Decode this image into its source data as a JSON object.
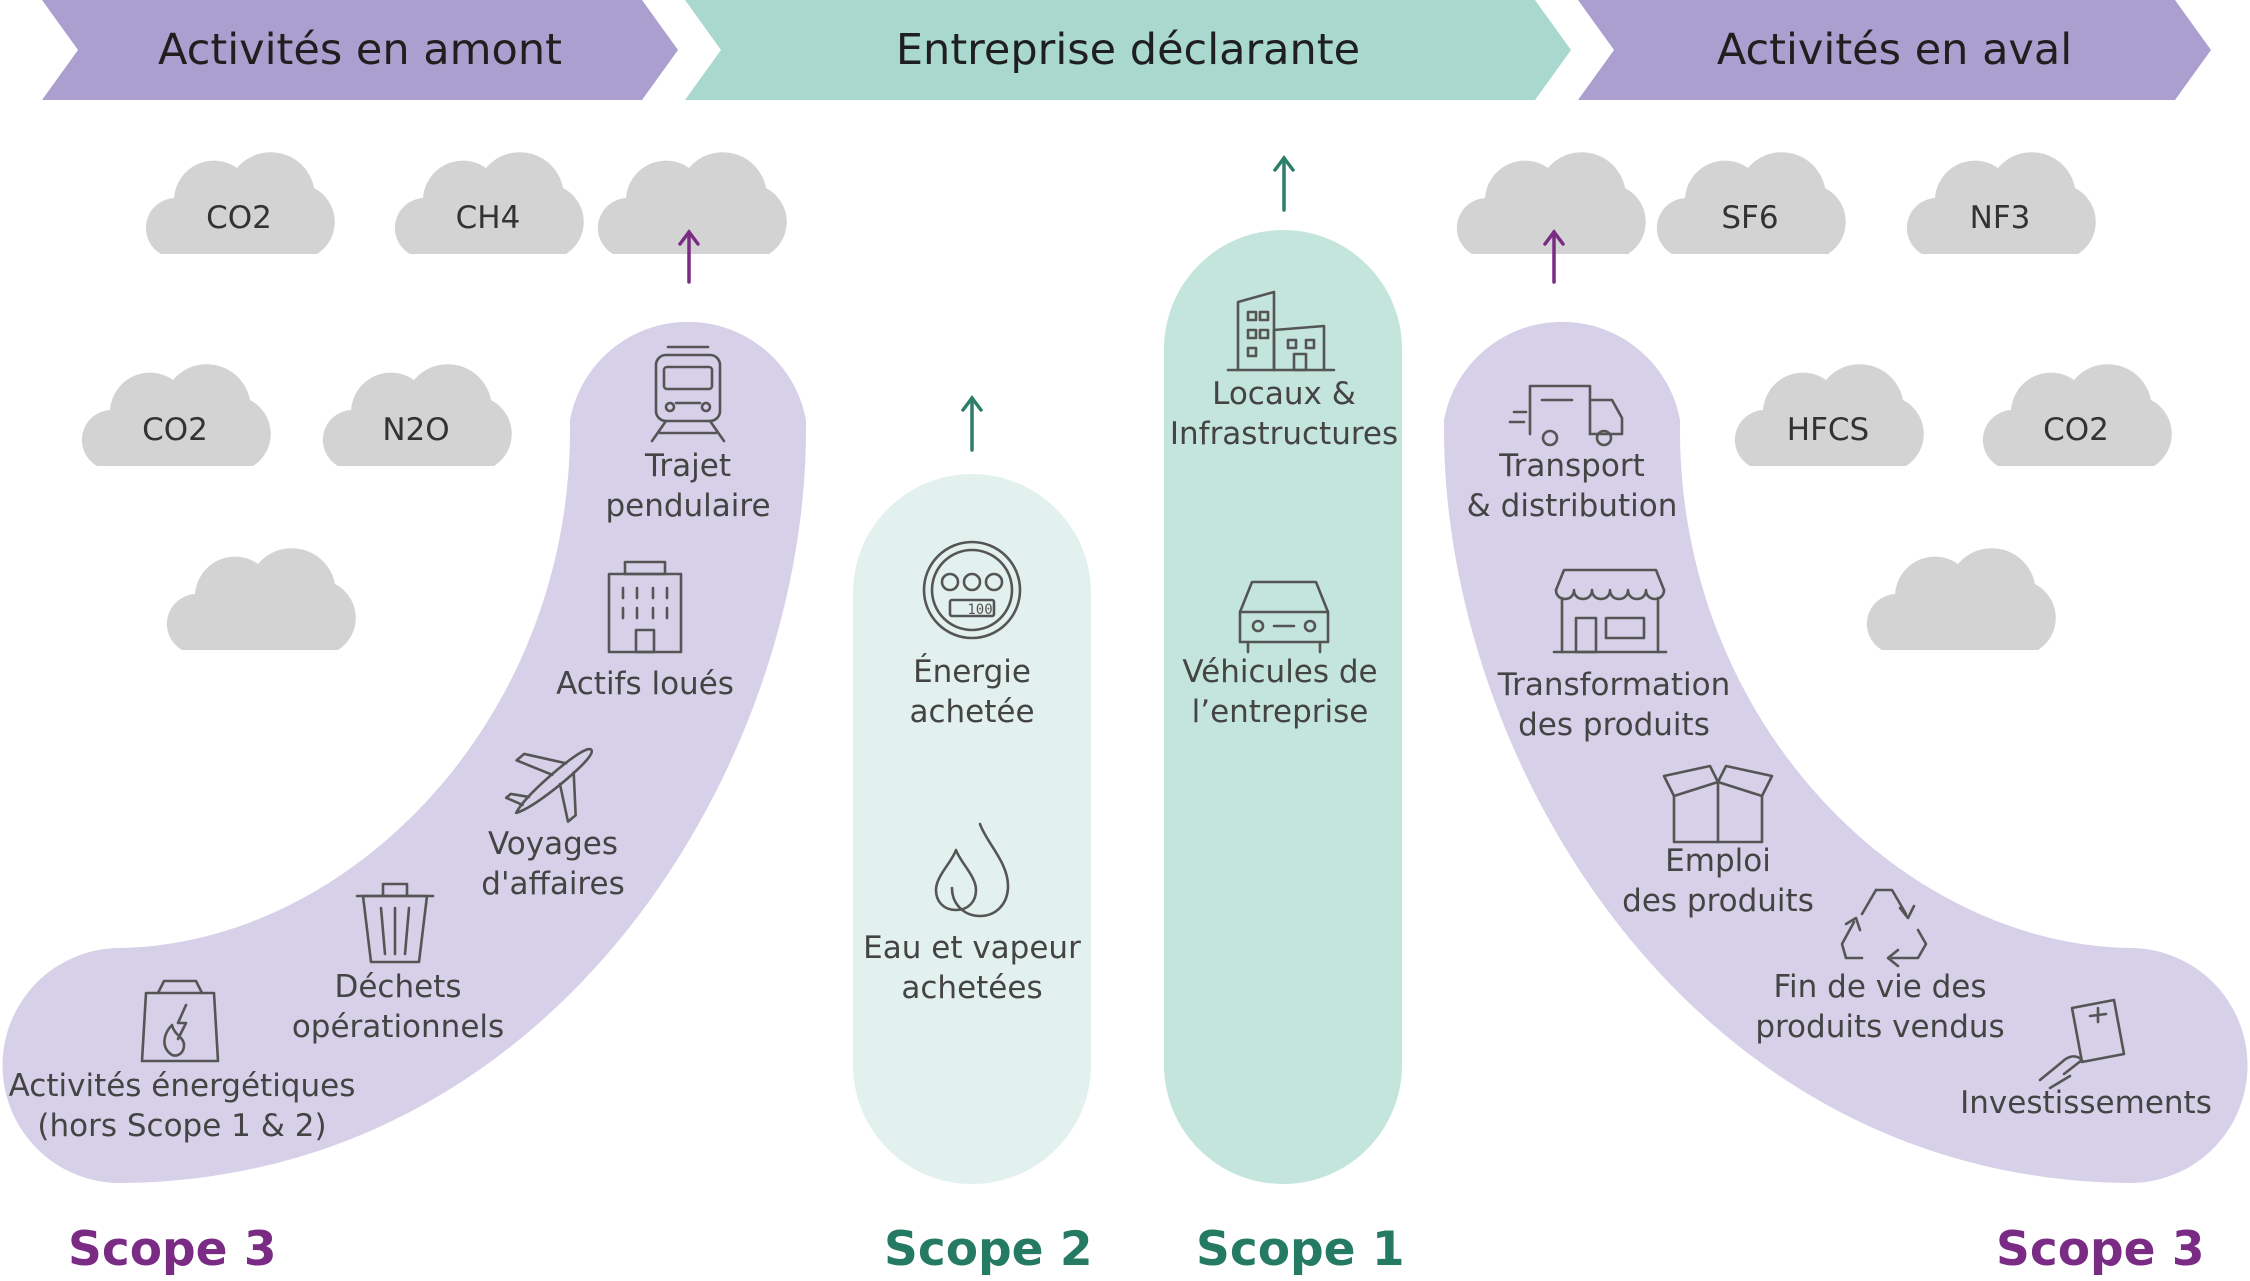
{
  "headers": {
    "upstream": "Activités en amont",
    "reporting": "Entreprise déclarante",
    "downstream": "Activités en aval"
  },
  "gases": {
    "g1": "CO2",
    "g2": "CH4",
    "g3": "CO2",
    "g4": "N2O",
    "g5": "SF6",
    "g6": "NF3",
    "g7": "HFCS",
    "g8": "CO2"
  },
  "upstream_items": {
    "commute": [
      "Trajet",
      "pendulaire"
    ],
    "leased": [
      "Actifs loués"
    ],
    "travel": [
      "Voyages",
      "d'affaires"
    ],
    "waste": [
      "Déchets",
      "opérationnels"
    ],
    "energy": [
      "Activités énergétiques",
      "(hors Scope 1 & 2)"
    ]
  },
  "scope2_items": {
    "energy_bought": [
      "Énergie",
      "achetée"
    ],
    "water": [
      "Eau et vapeur",
      "achetées"
    ]
  },
  "scope1_items": {
    "premises": [
      "Locaux &",
      "Infrastructures"
    ],
    "vehicles": [
      "Véhicules de",
      "l’entreprise"
    ]
  },
  "downstream_items": {
    "transport": [
      "Transport",
      "& distribution"
    ],
    "processing": [
      "Transformation",
      "des produits"
    ],
    "use": [
      "Emploi",
      "des produits"
    ],
    "eol": [
      "Fin de vie des",
      "produits vendus"
    ],
    "invest": [
      "Investissements"
    ]
  },
  "scopes": {
    "scope3_left": "Scope 3",
    "scope2": "Scope 2",
    "scope1": "Scope 1",
    "scope3_right": "Scope 3"
  },
  "meter_reading": "100",
  "colors": {
    "purple": "#ab9fcf",
    "purple_light": "#d6d0e8",
    "teal": "#a8d8ce",
    "teal_light": "#e3f1ee",
    "teal_mid": "#c4e5dc",
    "cloud": "#d3d3d3",
    "scope_purple": "#7a2b84",
    "scope_teal": "#247a62",
    "arrow_purple": "#7a2b84",
    "arrow_teal": "#2e7f6a"
  }
}
